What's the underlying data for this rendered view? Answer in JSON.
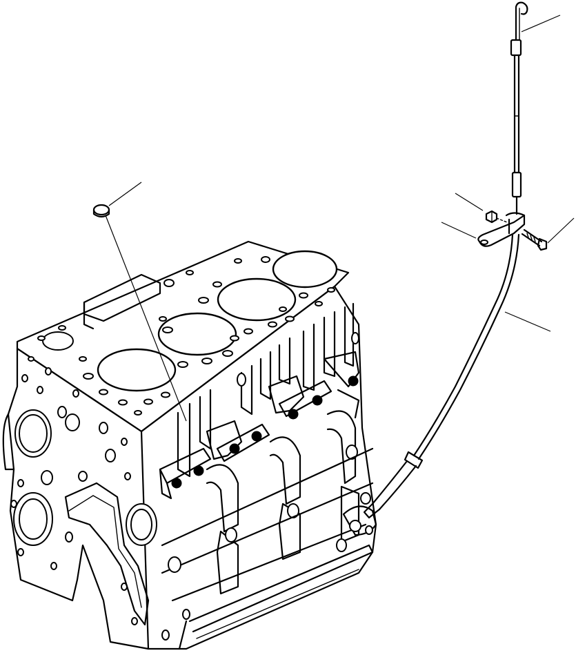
{
  "figure": {
    "background": "#ffffff",
    "line_color": "#000000",
    "labels": []
  },
  "parts": [
    {
      "id": "cylinder-block"
    },
    {
      "id": "plug"
    },
    {
      "id": "oil-level-gauge"
    },
    {
      "id": "gauge-guide-tube"
    },
    {
      "id": "bracket"
    },
    {
      "id": "bolt"
    },
    {
      "id": "nut"
    }
  ]
}
